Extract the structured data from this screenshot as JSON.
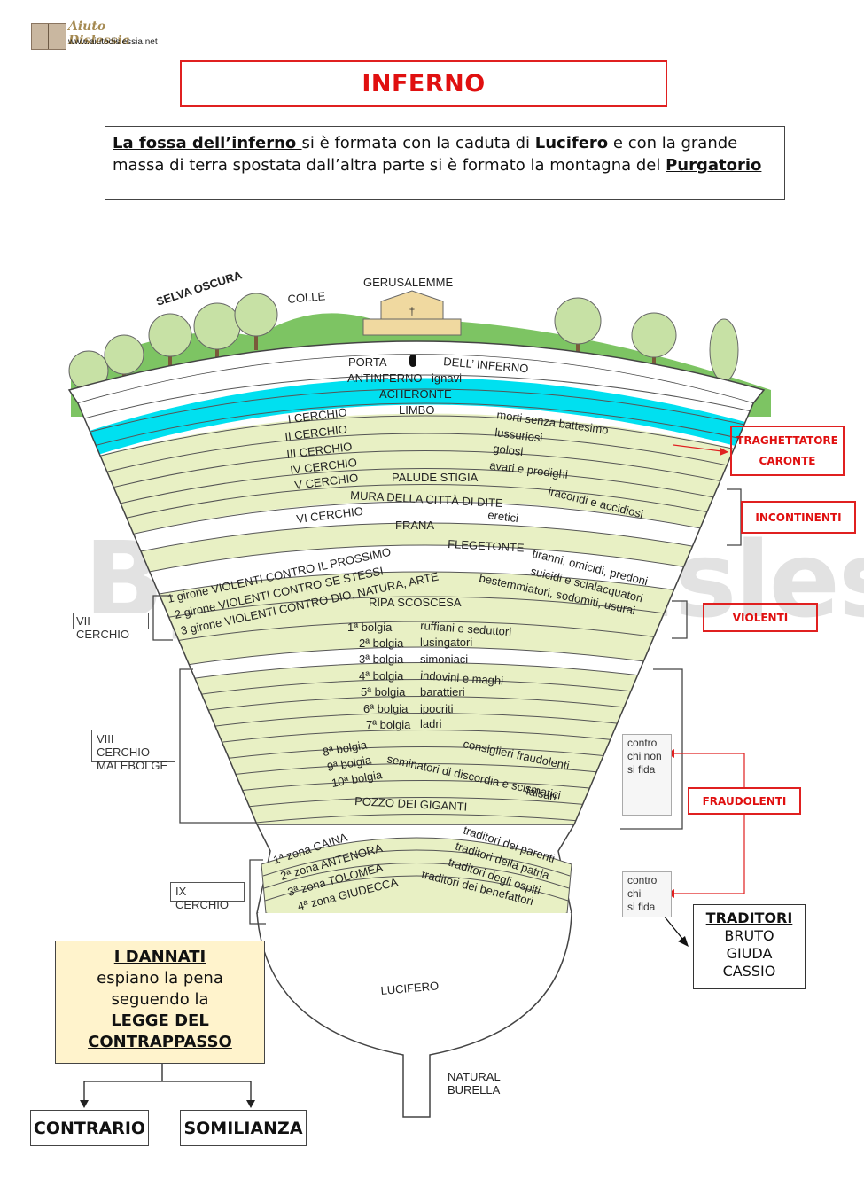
{
  "header": {
    "logo_name": "Aiuto Dislessia",
    "logo_url": "www.aiutodislessia.net",
    "title": "INFERNO"
  },
  "intro": {
    "part1": "La fossa dell’inferno ",
    "part2": "si è formata con la caduta di ",
    "part3": "Lucifero",
    "part4": " e con la grande massa di terra spostata dall’altra parte si è formato la montagna del ",
    "part5": "Purgatorio"
  },
  "watermark": "By Aiutodislessia.net",
  "top": {
    "selva": "SELVA OSCURA",
    "colle": "COLLE",
    "gerusalemme": "GERUSALEMME",
    "porta": "PORTA",
    "dell_inferno": "DELL’ INFERNO",
    "antinferno": "ANTINFERNO",
    "ignavi": "ignavi",
    "acheronte": "ACHERONTE"
  },
  "circles": {
    "c1": "I   CERCHIO",
    "limbo": "LIMBO",
    "c1_sin": "morti senza battesimo",
    "c2": "II  CERCHIO",
    "c2_sin": "lussuriosi",
    "c3": "III  CERCHIO",
    "c3_sin": "golosi",
    "c4": "IV  CERCHIO",
    "c4_sin": "avari e prodighi",
    "c5": "V  CERCHIO",
    "palude": "PALUDE STIGIA",
    "c5_sin": "iracondi e accidiosi",
    "mura": "MURA DELLA CITTÀ DI DITE",
    "c6": "VI CERCHIO",
    "c6_sin": "eretici",
    "frana": "FRANA",
    "g1": "1  girone  VIOLENTI CONTRO IL PROSSIMO",
    "flegetonte": "FLEGETONTE",
    "g1_sin": "tiranni, omicidi, predoni",
    "g2": "2  girone  VIOLENTI CONTRO SE STESSI",
    "g2_sin": "suicidi e scialacquatori",
    "g3": "3  girone  VIOLENTI CONTRO DIO, NATURA, ARTE",
    "g3_sin": "bestemmiatori, sodomiti, usurai",
    "ripa": "RIPA SCOSCESA",
    "b1": "1ª bolgia",
    "b1_sin": "ruffiani e seduttori",
    "b2": "2ª bolgia",
    "b2_sin": "lusingatori",
    "b3": "3ª bolgia",
    "b3_sin": "simoniaci",
    "b4": "4ª bolgia",
    "b4_sin": "indovini e maghi",
    "b5": "5ª bolgia",
    "b5_sin": "barattieri",
    "b6": "6ª bolgia",
    "b6_sin": "ipocriti",
    "b7": "7ª bolgia",
    "b7_sin": "ladri",
    "b8": "8ª bolgia",
    "b8_sin": "consiglieri fraudolenti",
    "b9": "9ª bolgia",
    "b9_sin": "seminatori di discordia e scismatici",
    "b10": "10ª bolgia",
    "b10_sin": "falsari",
    "pozzo": "POZZO DEI GIGANTI",
    "z1": "1ª zona CAINA",
    "z1_sin": "traditori dei parenti",
    "z2": "2ª zona ANTENORA",
    "z2_sin": "traditori della patria",
    "z3": "3ª zona TOLOMEA",
    "z3_sin": "traditori degli ospiti",
    "z4": "4ª zona GIUDECCA",
    "z4_sin": "traditori dei benefattori",
    "lucifero": "LUCIFERO",
    "natural1": "NATURAL",
    "natural2": "BURELLA"
  },
  "side_labels": {
    "vii": "VII CERCHIO",
    "viii_1": "VIII CERCHIO",
    "viii_2": "MALEBOLGE",
    "ix": "IX CERCHIO",
    "cnf1": "contro",
    "cnf2": "chi non",
    "cnf3": "si fida",
    "csf1": "contro",
    "csf2": "chi",
    "csf3": "si fida"
  },
  "red_boxes": {
    "trag1": "TRAGHETTATORE",
    "trag2": "CARONTE",
    "incontinenti": "INCONTINENTI",
    "violenti": "VIOLENTI",
    "fraudolenti": "FRAUDOLENTI"
  },
  "traditori": {
    "title": "TRADITORI",
    "n1": "BRUTO",
    "n2": "GIUDA",
    "n3": "CASSIO"
  },
  "dannati": {
    "title": "I DANNATI",
    "l1": "espiano la pena",
    "l2": "seguendo la",
    "l3": "LEGGE DEL",
    "l4": "CONTRAPPASSO"
  },
  "bottom": {
    "contrario": "CONTRARIO",
    "somilianza": "SOMILIANZA"
  },
  "colors": {
    "band_green": "#e8f0c4",
    "acheronte": "#00e0f0",
    "red": "#e02020"
  }
}
